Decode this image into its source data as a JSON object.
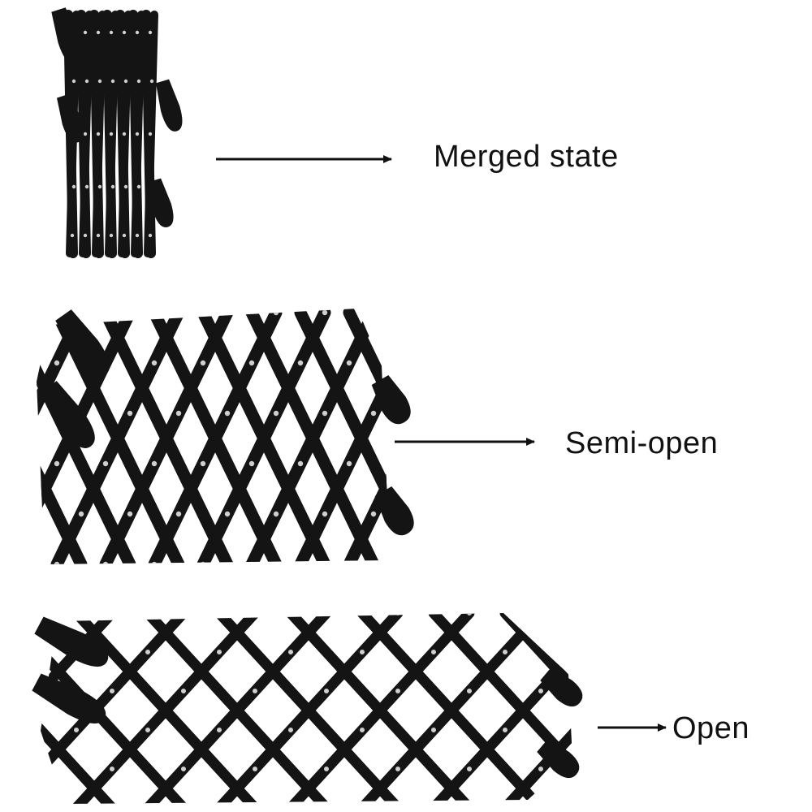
{
  "stages": [
    {
      "id": "merged",
      "label": "Merged state"
    },
    {
      "id": "semi",
      "label": "Semi-open"
    },
    {
      "id": "open",
      "label": "Open"
    }
  ],
  "colors": {
    "bar": "#141414",
    "bar_edge": "#000000",
    "rivet": "#cfcfcf",
    "arrow": "#111111",
    "background": "#ffffff"
  }
}
